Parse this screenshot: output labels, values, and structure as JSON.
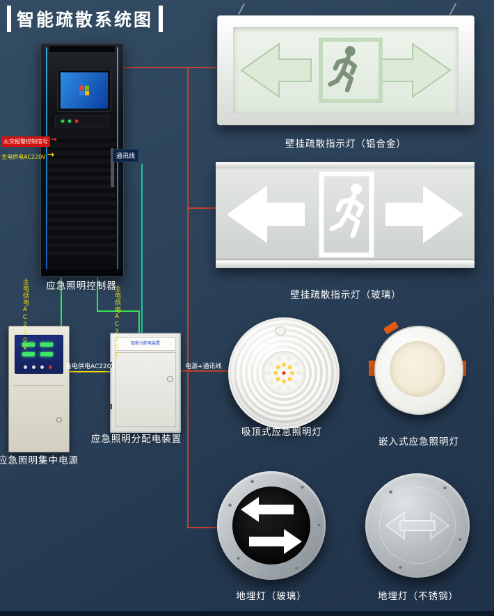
{
  "title": "智能疏散系统图",
  "icons": {
    "arrow_right": "→"
  },
  "devices": {
    "controller": {
      "label": "应急照明控制器"
    },
    "central_power": {
      "label": "应急照明集中电源"
    },
    "distribution": {
      "label": "应急照明分配电装置",
      "plate": "智能分配电装置"
    },
    "sign_aluminum": {
      "label": "壁挂疏散指示灯（铝合金）"
    },
    "sign_glass": {
      "label": "壁挂疏散指示灯（玻璃）"
    },
    "ceiling_light": {
      "label": "吸顶式应急照明灯"
    },
    "recessed_light": {
      "label": "嵌入式应急照明灯"
    },
    "ground_glass": {
      "label": "地埋灯（玻璃）"
    },
    "ground_steel": {
      "label": "地埋灯（不锈钢）"
    }
  },
  "wires": {
    "fire_alarm_signal": "火灾报警控制信号",
    "main_power": "主电供电AC220V",
    "comm_line": "通讯线",
    "backup_power": "备电供电AC220V",
    "power_comm": "电源+通讯线"
  },
  "colors": {
    "background": "#2b4159",
    "line_red": "#c2402e",
    "line_green": "#35e04e",
    "line_teal": "#14c9a0",
    "line_yellow": "#ffd800",
    "label_yellow": "#ffe400",
    "fire_label_bg": "#cf1310",
    "exit_sign_green": "#dcead6"
  }
}
